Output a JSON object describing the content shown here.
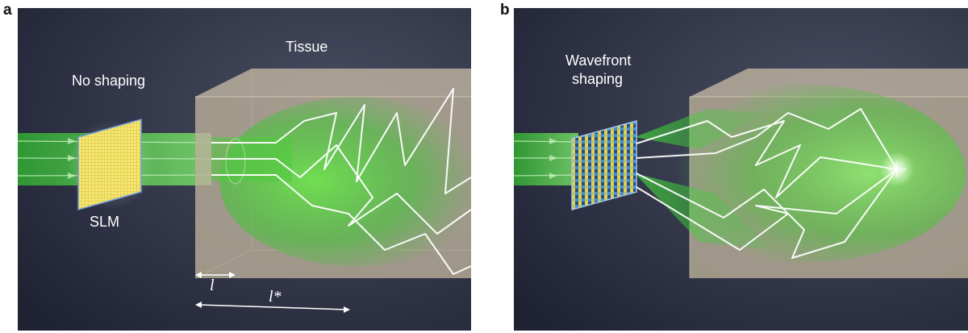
{
  "panel_a": {
    "label": "a",
    "tissue_label": "Tissue",
    "shaping_label": "No shaping",
    "slm_label": "SLM",
    "l_label": "l",
    "l_star_label": "l*"
  },
  "panel_b": {
    "label": "b",
    "shaping_label_line1": "Wavefront",
    "shaping_label_line2": "shaping"
  },
  "colors": {
    "background": "#2a2d3f",
    "beam": "#3fd23a",
    "tissue": "#b8ab95",
    "path": "#ffffff",
    "slm_yellow": "#f0df60",
    "slm_blue": "#2b6fb8"
  }
}
